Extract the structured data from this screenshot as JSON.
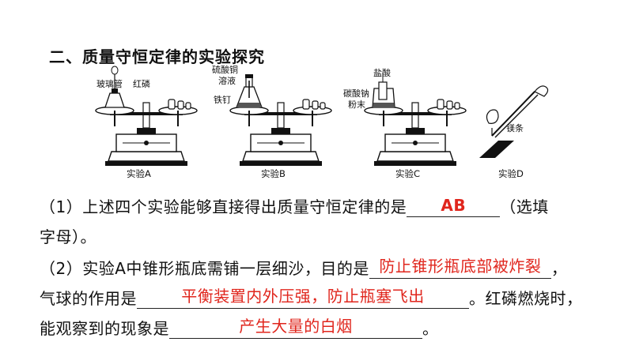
{
  "heading": "二、质量守恒定律的实验探究",
  "figure": {
    "labels": {
      "a_tube": "玻璃管",
      "a_phos": "红磷",
      "b_cuso4_1": "硫酸铜",
      "b_cuso4_2": "溶液",
      "b_nail": "铁钉",
      "c_acid": "盐酸",
      "c_na2co3_1": "碳酸钠",
      "c_na2co3_2": "粉末",
      "d_mg": "镁条"
    },
    "captions": [
      "实验A",
      "实验B",
      "实验C",
      "实验D"
    ]
  },
  "q1": {
    "text_a": "（1）上述四个实验能够直接得出质量守恒定律的是",
    "answer": "AB",
    "text_b": "（选填",
    "text_c": "字母）。"
  },
  "q2": {
    "text_a": "（2）实验A中锥形瓶底需铺一层细沙，目的是",
    "answer1": "防止锥形瓶底部被炸裂",
    "punct1": "，",
    "text_b": "气球的作用是",
    "answer2": "平衡装置内外压强，防止瓶塞飞出",
    "text_c": "。红磷燃烧时，",
    "text_d": "能观察到的现象是",
    "answer3": "产生大量的白烟",
    "text_e": "。"
  }
}
